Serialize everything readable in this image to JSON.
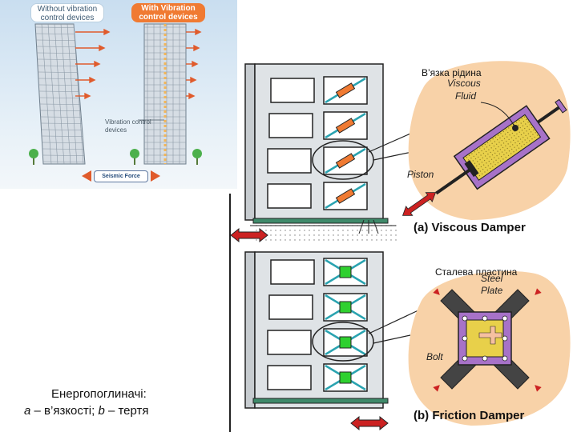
{
  "buildings_panel": {
    "label_without": "Without vibration control devices",
    "label_with": "With Vibration control devices",
    "device_label": "Vibration control devices",
    "seismic_label": "Seismic Force"
  },
  "viscous_panel": {
    "ua_label": "В’язка рідина",
    "fluid_label_line1": "Viscous",
    "fluid_label_line2": "Fluid",
    "piston_label": "Piston",
    "caption": "(a) Viscous Damper"
  },
  "friction_panel": {
    "ua_label": "Сталева пластина",
    "steel_label_line1": "Steel",
    "steel_label_line2": "Plate",
    "bolt_label": "Bolt",
    "caption": "(b) Friction Damper"
  },
  "text_block": {
    "title": "Енергопоглиначі:",
    "line_a_letter": "а",
    "line_a_text": " – в’язкості; ",
    "line_b_letter": "b",
    "line_b_text": " – тертя"
  },
  "colors": {
    "orange_accent": "#f07a32",
    "fluid_yellow": "#e8d04a",
    "housing_purple": "#a772c8",
    "damper_green": "#2fd02f",
    "brace_teal": "#2aa3b0",
    "base_green": "#3f8a6a",
    "arrow_red": "#cc2222",
    "blob_peach": "#f8d2a8"
  }
}
